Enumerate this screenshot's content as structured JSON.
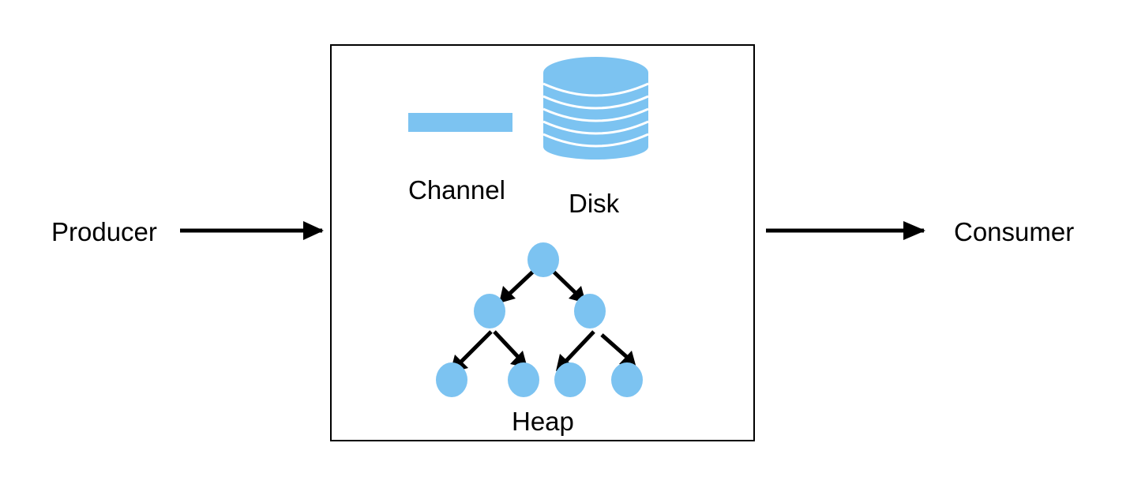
{
  "labels": {
    "producer": "Producer",
    "consumer": "Consumer",
    "channel": "Channel",
    "disk": "Disk",
    "heap": "Heap"
  },
  "colors": {
    "accent": "#7cc3f1",
    "stroke": "#000000",
    "background": "#ffffff"
  },
  "icons": {
    "channel": "channel-bar-icon",
    "disk": "database-disk-icon",
    "heap": "binary-heap-tree-icon"
  }
}
